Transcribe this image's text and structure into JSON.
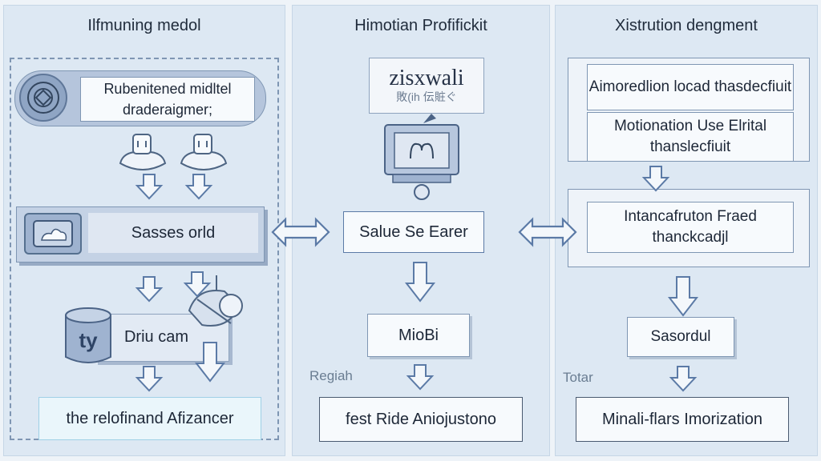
{
  "panels": {
    "left_title": "Ilfmuning medol",
    "middle_title": "Himotian Profifickit",
    "right_title": "Xistrution dengment"
  },
  "left": {
    "top_box": "Rubenitened midltel draderaigmer;",
    "mid_box": "Sasses orld",
    "db_label": "ty",
    "db_box": "Driu cam",
    "bottom_box": "the relofinand Afizancer"
  },
  "middle": {
    "logo_text": "zisxwali",
    "logo_subtext": "敗(ih 伝賍ぐ",
    "mid_box": "Salue Se Earer",
    "small_box": "MioBi",
    "side_label": "Regiah",
    "bottom_box": "fest Ride Aniojustono"
  },
  "right": {
    "box1": "Aimoredlion locad thasdecfiuit",
    "box2": "Motionation Use Elrital thanslecfiuit",
    "box3": "Intancafruton Fraed thanckcadjl",
    "small_box": "Sasordul",
    "side_label": "Totar",
    "bottom_box": "Minali-flars Imorization"
  },
  "colors": {
    "panel": "#dde8f3",
    "box_border": "#7f96b3",
    "arrow": "#5b7aa6",
    "accent": "#a9bbd6"
  }
}
